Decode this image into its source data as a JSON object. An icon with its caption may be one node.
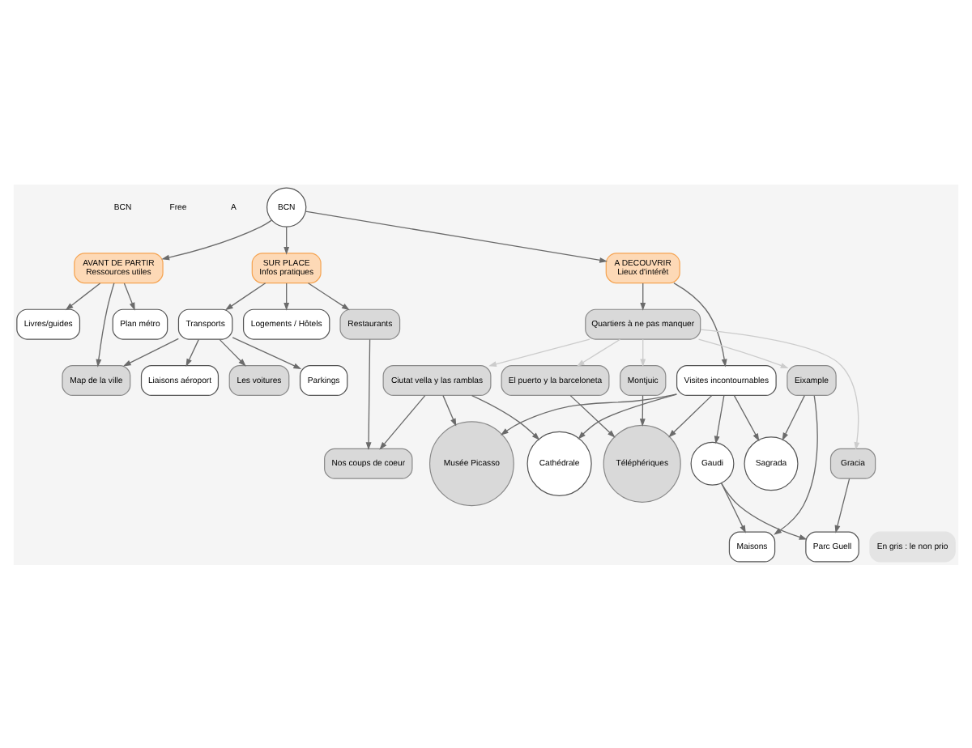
{
  "diagram": {
    "nodes": [
      {
        "text": [
          "BCN"
        ]
      },
      {
        "text": [
          "AVANT DE PARTIR",
          "Ressources utiles"
        ]
      },
      {
        "text": [
          "SUR PLACE",
          "Infos pratiques"
        ]
      },
      {
        "text": [
          "A DECOUVRIR",
          "Lieux d'intérêt"
        ]
      },
      {
        "text": [
          "Livres/guides"
        ]
      },
      {
        "text": [
          "Map de la ville"
        ]
      },
      {
        "text": [
          "Plan métro"
        ]
      },
      {
        "text": [
          "Logements / Hôtels"
        ]
      },
      {
        "text": [
          "Transports"
        ]
      },
      {
        "text": [
          "Restaurants"
        ]
      },
      {
        "text": [
          "Liaisons aéroport"
        ]
      },
      {
        "text": [
          "Les voitures"
        ]
      },
      {
        "text": [
          "Parkings"
        ]
      },
      {
        "text": [
          "Nos coups de coeur"
        ]
      },
      {
        "text": [
          "Visites incontournables"
        ]
      },
      {
        "text": [
          "Quartiers à ne pas manquer"
        ]
      },
      {
        "text": [
          "Téléphériques"
        ]
      },
      {
        "text": [
          "Musée Picasso"
        ]
      },
      {
        "text": [
          "Gaudi"
        ]
      },
      {
        "text": [
          "Sagrada"
        ]
      },
      {
        "text": [
          "Cathédrale"
        ]
      },
      {
        "text": [
          "Parc Guell"
        ]
      },
      {
        "text": [
          "Maisons"
        ]
      },
      {
        "text": [
          "Ciutat vella y las ramblas"
        ]
      },
      {
        "text": [
          "El puerto y la barceloneta"
        ]
      },
      {
        "text": [
          "Eixample"
        ]
      },
      {
        "text": [
          "Gracia"
        ]
      },
      {
        "text": [
          "Montjuic"
        ]
      },
      {
        "text": [
          "En gris : le non prio"
        ]
      }
    ],
    "edges": [
      {
        "from": 0,
        "to": 1,
        "arrow": "to"
      },
      {
        "from": 0,
        "to": 2,
        "arrow": "to"
      },
      {
        "from": 0,
        "to": 3,
        "arrow": "to"
      },
      {
        "from": 1,
        "to": 4,
        "arrow": "to"
      },
      {
        "from": 1,
        "to": 5,
        "arrow": "to"
      },
      {
        "from": 1,
        "to": 6,
        "arrow": "to"
      },
      {
        "from": 2,
        "to": 7,
        "arrow": "to"
      },
      {
        "from": 2,
        "to": 8,
        "arrow": "to"
      },
      {
        "from": 2,
        "to": 9,
        "arrow": "to"
      },
      {
        "from": 8,
        "to": 5,
        "arrow": "to"
      },
      {
        "from": 8,
        "to": 10,
        "arrow": "to"
      },
      {
        "from": 8,
        "to": 11,
        "arrow": "to"
      },
      {
        "from": 8,
        "to": 12,
        "arrow": "to"
      },
      {
        "from": 9,
        "to": 13,
        "arrow": "to"
      },
      {
        "from": 3,
        "to": 14,
        "arrow": "to"
      },
      {
        "from": 3,
        "to": 15,
        "arrow": "to"
      },
      {
        "from": 14,
        "to": 16,
        "arrow": "to"
      },
      {
        "from": 14,
        "to": 17,
        "arrow": "to"
      },
      {
        "from": 14,
        "to": 18,
        "arrow": "to"
      },
      {
        "from": 14,
        "to": 19,
        "arrow": "to"
      },
      {
        "from": 14,
        "to": 20,
        "arrow": "to"
      },
      {
        "from": 18,
        "to": 21,
        "arrow": "to"
      },
      {
        "from": 18,
        "to": 22,
        "arrow": "to"
      },
      {
        "from": 15,
        "to": 23,
        "arrow": "to",
        "color": "#cccccc"
      },
      {
        "from": 15,
        "to": 24,
        "arrow": "to",
        "color": "#cccccc"
      },
      {
        "from": 15,
        "to": 25,
        "arrow": "to",
        "color": "#cccccc"
      },
      {
        "from": 15,
        "to": 26,
        "arrow": "to",
        "color": "#cccccc"
      },
      {
        "from": 15,
        "to": 27,
        "arrow": "to",
        "color": "#cccccc"
      },
      {
        "from": 23,
        "to": 20,
        "arrow": "to"
      },
      {
        "from": 23,
        "to": 17,
        "arrow": "to"
      },
      {
        "from": 23,
        "to": 13,
        "arrow": "to"
      },
      {
        "from": 24,
        "to": 16,
        "arrow": "to"
      },
      {
        "from": 25,
        "to": 19,
        "arrow": "to"
      },
      {
        "from": 25,
        "to": 22,
        "arrow": "to"
      },
      {
        "from": 26,
        "to": 21,
        "arrow": "to"
      },
      {
        "from": 27,
        "to": 16,
        "arrow": "to"
      }
    ],
    "labels": [
      "BCN",
      "Free",
      "A"
    ]
  }
}
